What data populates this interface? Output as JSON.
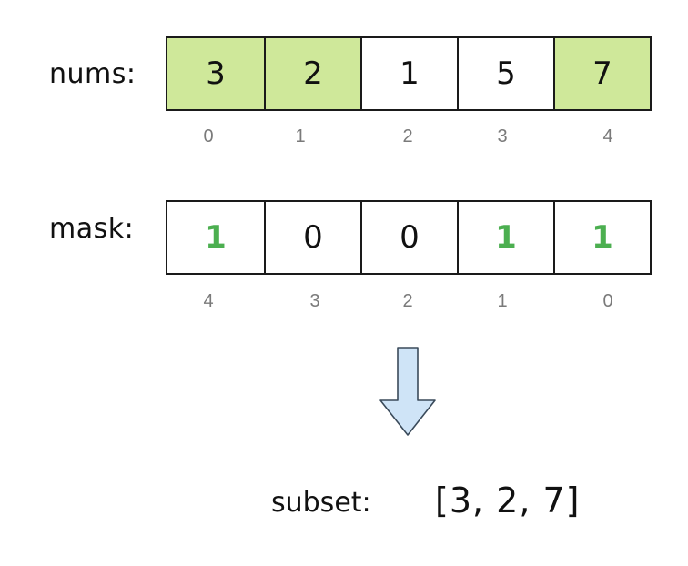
{
  "nums": {
    "label": "nums:",
    "cells": [
      {
        "value": "3",
        "highlighted": true
      },
      {
        "value": "2",
        "highlighted": true
      },
      {
        "value": "1",
        "highlighted": false
      },
      {
        "value": "5",
        "highlighted": false
      },
      {
        "value": "7",
        "highlighted": true
      }
    ],
    "indices": [
      "0",
      "1",
      "2",
      "3",
      "4"
    ]
  },
  "mask": {
    "label": "mask:",
    "cells": [
      {
        "value": "1",
        "on": true
      },
      {
        "value": "0",
        "on": false
      },
      {
        "value": "0",
        "on": false
      },
      {
        "value": "1",
        "on": true
      },
      {
        "value": "1",
        "on": true
      }
    ],
    "indices": [
      "4",
      "3",
      "2",
      "1",
      "0"
    ]
  },
  "subset": {
    "label": "subset:",
    "value": "[3, 2, 7]"
  },
  "colors": {
    "highlight_fill": "#cfe89a",
    "mask_on_text": "#4caf50",
    "arrow_fill": "#cfe4f7",
    "arrow_stroke": "#3a4a5a"
  },
  "icons": {
    "arrow": "down-arrow-icon"
  }
}
